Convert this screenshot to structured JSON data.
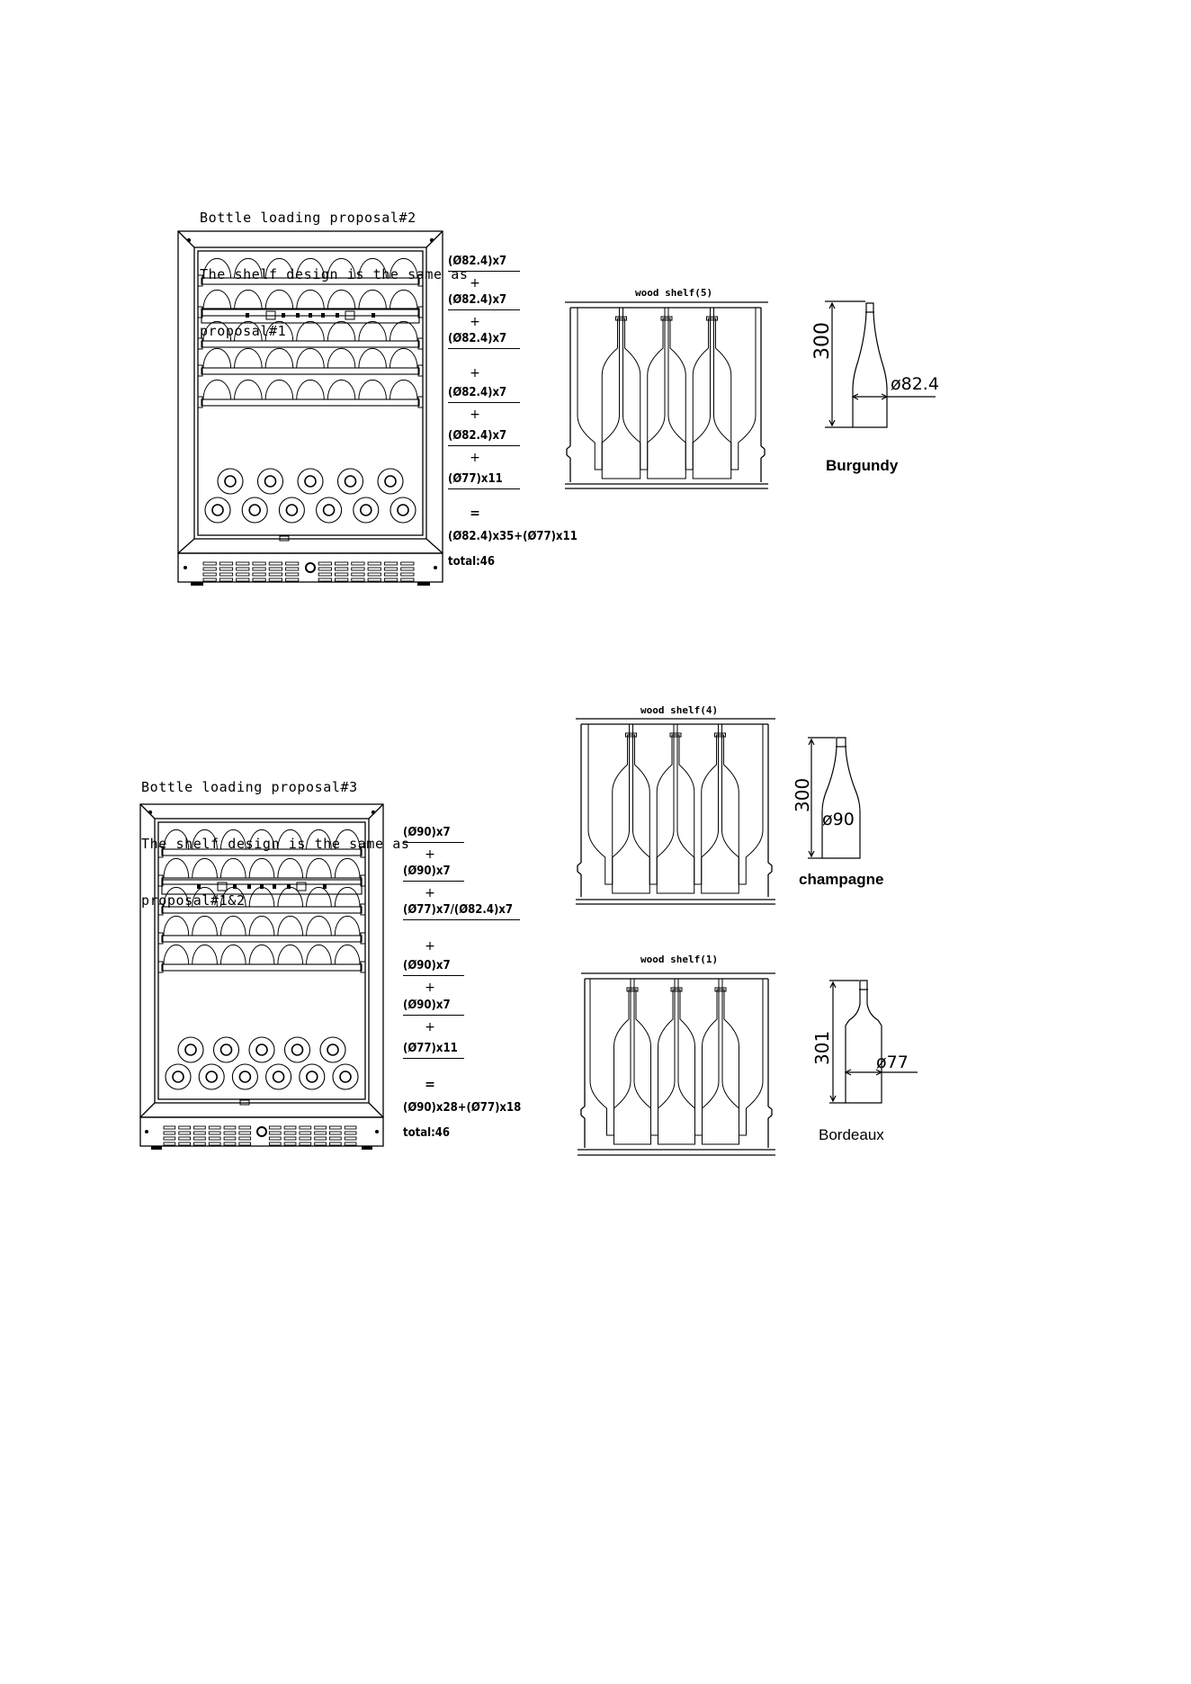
{
  "proposal2": {
    "caption_lines": [
      "Bottle loading proposal#2",
      "The shelf design is the same as",
      "proposal#1"
    ],
    "rows": [
      "(Ø82.4)x7",
      "(Ø82.4)x7",
      "(Ø82.4)x7",
      "(Ø82.4)x7",
      "(Ø82.4)x7",
      "(Ø77)x11"
    ],
    "plus": "+",
    "equals": "=",
    "sum": "(Ø82.4)x35+(Ø77)x11",
    "total": "total:46"
  },
  "proposal3": {
    "caption_lines": [
      "Bottle loading proposal#3",
      "The shelf design is the same as",
      "proposal#1&2"
    ],
    "rows": [
      "(Ø90)x7",
      "(Ø90)x7",
      "(Ø77)x7/(Ø82.4)x7",
      "(Ø90)x7",
      "(Ø90)x7",
      "(Ø77)x11"
    ],
    "plus": "+",
    "equals": "=",
    "sum": "(Ø90)x28+(Ø77)x18",
    "total": "total:46"
  },
  "shelves": {
    "shelf5": "wood shelf(5)",
    "shelf4": "wood shelf(4)",
    "shelf1": "wood shelf(1)"
  },
  "bottles": {
    "burgundy": {
      "name": "Burgundy",
      "height": "300",
      "diameter": "ø82.4"
    },
    "champagne": {
      "name": "champagne",
      "height": "300",
      "diameter": "ø90"
    },
    "bordeaux": {
      "name": "Bordeaux",
      "height": "301",
      "diameter": "ø77"
    }
  }
}
